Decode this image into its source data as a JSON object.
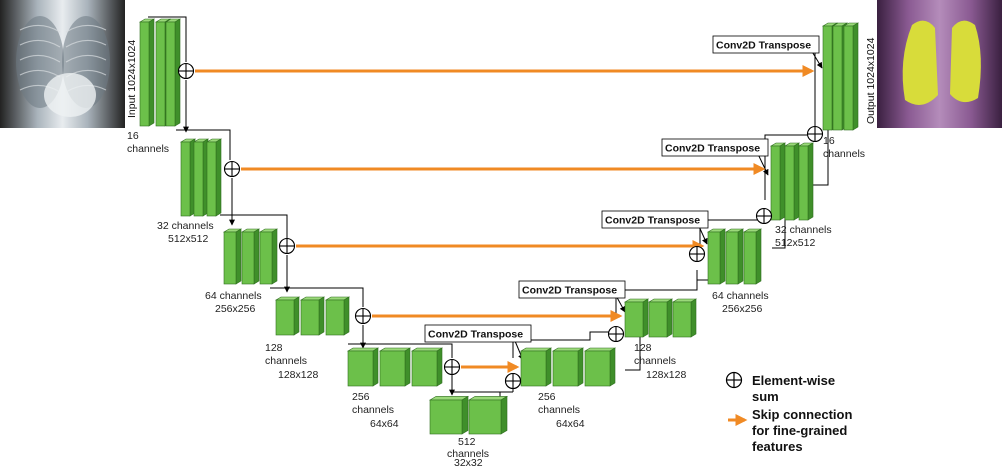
{
  "images": {
    "input_label": "Input 1024x1024",
    "output_label": "Output 1024x1024"
  },
  "encoder": {
    "level1": {
      "line1": "16",
      "line2": "channels"
    },
    "level2": {
      "line1": "32 channels",
      "line2": "512x512"
    },
    "level3": {
      "line1": "64 channels",
      "line2": "256x256"
    },
    "level4": {
      "line1": "128",
      "line2": "channels",
      "line3": "128x128"
    },
    "level5": {
      "line1": "256",
      "line2": "channels",
      "line3": "64x64"
    },
    "bottleneck": {
      "line1": "512",
      "line2": "channels",
      "line3": "32x32"
    }
  },
  "decoder": {
    "level5": {
      "line1": "256",
      "line2": "channels",
      "line3": "64x64"
    },
    "level4": {
      "line1": "128",
      "line2": "channels",
      "line3": "128x128"
    },
    "level3": {
      "line1": "64 channels",
      "line2": "256x256"
    },
    "level2": {
      "line1": "32 channels",
      "line2": "512x512"
    },
    "level1": {
      "line1": "16",
      "line2": "channels"
    }
  },
  "conv_transpose_label": "Conv2D Transpose",
  "legend": {
    "sum_line1": "Element-wise",
    "sum_line2": "sum",
    "skip_line1": "Skip connection",
    "skip_line2": "for fine-grained",
    "skip_line3": "features"
  },
  "colors": {
    "block_front": "#6cc04a",
    "block_top": "#9bd97a",
    "block_side": "#3f8f2a",
    "skip_arrow": "#f08a24",
    "xray_bg": "#1c1c1c",
    "lung_overlay": "#d8dc3a",
    "output_bg": "#7a3f83"
  },
  "icons": [
    "plus-circle-icon",
    "arrow-icon"
  ]
}
